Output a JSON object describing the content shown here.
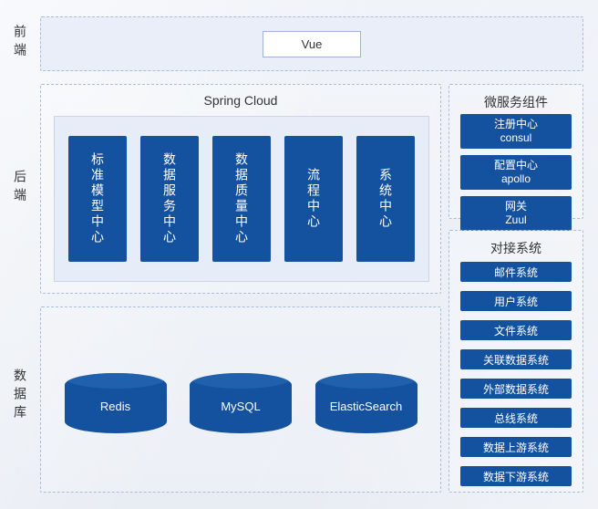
{
  "sections": {
    "frontend_label": "前端",
    "backend_label": "后端",
    "database_label": "数据库"
  },
  "frontend": {
    "node": "Vue"
  },
  "backend": {
    "title": "Spring Cloud",
    "pillars": [
      "标准模型中心",
      "数据服务中心",
      "数据质量中心",
      "流程中心",
      "系统中心"
    ]
  },
  "microservices": {
    "title": "微服务组件",
    "items": [
      {
        "name": "注册中心",
        "tech": "consul"
      },
      {
        "name": "配置中心",
        "tech": "apollo"
      },
      {
        "name": "网关",
        "tech": "Zuul"
      }
    ]
  },
  "docking": {
    "title": "对接系统",
    "items": [
      "邮件系统",
      "用户系统",
      "文件系统",
      "关联数据系统",
      "外部数据系统",
      "总线系统",
      "数据上游系统",
      "数据下游系统"
    ]
  },
  "databases": {
    "items": [
      "Redis",
      "MySQL",
      "ElasticSearch"
    ]
  },
  "colors": {
    "primary": "#14519e",
    "dashed_border": "#a6bddd",
    "panel_bg": "#e9eef8"
  }
}
